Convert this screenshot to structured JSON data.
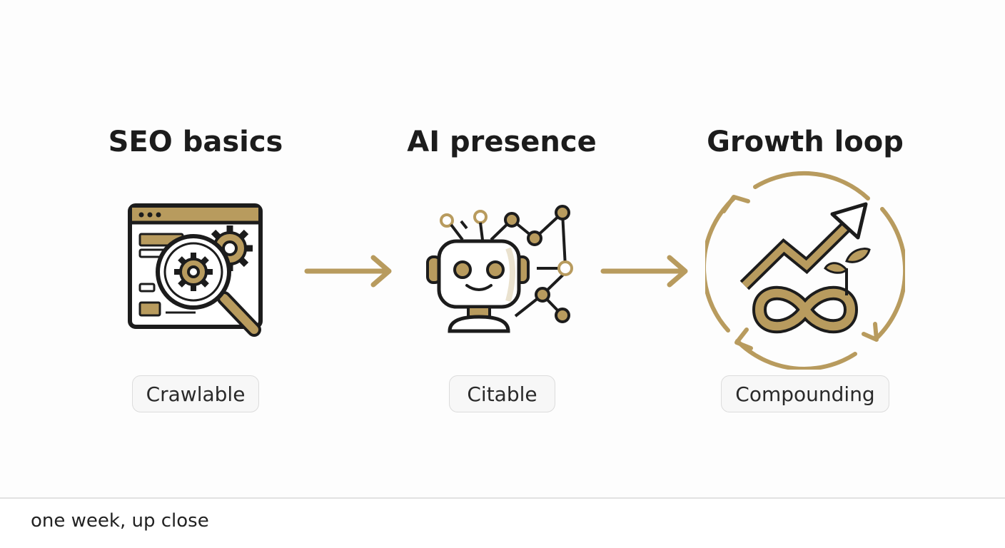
{
  "steps": [
    {
      "title": "SEO basics",
      "label": "Crawlable",
      "icon": "browser-magnifier-gear-icon"
    },
    {
      "title": "AI presence",
      "label": "Citable",
      "icon": "robot-network-icon"
    },
    {
      "title": "Growth loop",
      "label": "Compounding",
      "icon": "growth-cycle-infinity-icon"
    }
  ],
  "caption": "one week, up close",
  "colors": {
    "accent": "#b89b5e",
    "ink": "#1c1c1c",
    "pill_border": "#dcdcdc",
    "pill_bg": "#f7f7f7"
  }
}
